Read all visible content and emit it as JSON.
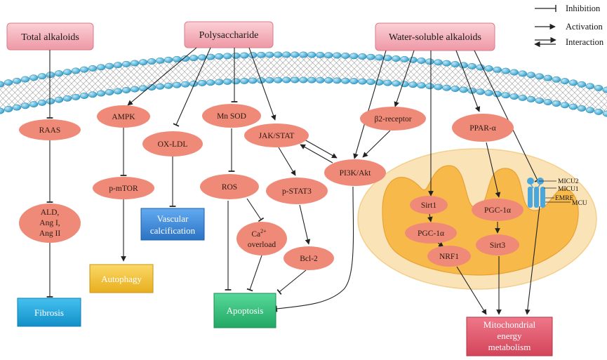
{
  "legend": {
    "inhibition": "Inhibition",
    "activation": "Activation",
    "interaction": "Interaction"
  },
  "sources": {
    "total_alkaloids": "Total alkaloids",
    "polysaccharide": "Polysaccharide",
    "water_soluble_alkaloids": "Water-soluble alkaloids"
  },
  "nodes": {
    "raas": "RAAS",
    "ald_1": "ALD,",
    "ald_2": "Ang I,",
    "ald_3": "Ang II",
    "ampk": "AMPK",
    "p_mtor": "p-mTOR",
    "ox_ldl": "OX-LDL",
    "mn_sod": "Mn SOD",
    "ros": "ROS",
    "jak_stat": "JAK/STAT",
    "p_stat3": "p-STAT3",
    "ca_1": "Ca",
    "ca_sup": "2+",
    "ca_2": "overload",
    "bcl2": "Bcl-2",
    "b2_receptor": "β2-receptor",
    "pi3k_akt": "PI3K/Akt",
    "ppar_a": "PPAR-α",
    "sirt1": "Sirt1",
    "pgc1a_left": "PGC-1α",
    "nrf1": "NRF1",
    "pgc1a_right": "PGC-1α",
    "sirt3": "Sirt3"
  },
  "channel": {
    "micu2": "MICU2",
    "micu1": "MICU1",
    "emre": "EMRE",
    "mcu": "MCU"
  },
  "outcomes": {
    "fibrosis": "Fibrosis",
    "autophagy": "Autophagy",
    "vascular_1": "Vascular",
    "vascular_2": "calcification",
    "apoptosis": "Apoptosis",
    "mito_1": "Mitochondrial",
    "mito_2": "energy",
    "mito_3": "metabolism"
  },
  "colors": {
    "source_fill": "#f4aab5",
    "node_fill": "#f08a78",
    "membrane_bead": "#4fb3d9",
    "mito_outer": "#fbe3b8",
    "mito_inner": "#f6b94a",
    "fibrosis": "#1ea7e1",
    "autophagy": "#f3c33d",
    "vascular": "#3a8fd8",
    "apoptosis": "#33c17a",
    "mito_metabolism": "#e45b6e"
  }
}
